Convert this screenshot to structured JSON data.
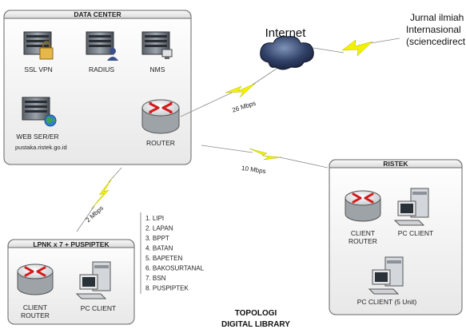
{
  "data_center": {
    "title": "DATA CENTER",
    "ssl_vpn": "SSL VPN",
    "radius": "RADIUS",
    "nms": "NMS",
    "web_server": "WEB SER/ER",
    "web_domain": "pustaka.ristek.go.id",
    "router": "ROUTER"
  },
  "internet": {
    "label": "Internet"
  },
  "external": {
    "line1": "Jurnal ilmiah",
    "line2": "Internasional",
    "line3": "(sciencedirect"
  },
  "links": {
    "internet_speed": "26 Mbps",
    "ristek_speed": "10 Mbps",
    "lpnk_speed": "2 Mbps"
  },
  "ristek": {
    "title": "RISTEK",
    "client_router_1": "CLIENT",
    "client_router_2": "ROUTER",
    "pc_client": "PC CLIENT",
    "pc_client_5": "PC CLIENT (5 Unit)"
  },
  "lpnk": {
    "title": "LPNK x 7 + PUSPIPTEK",
    "client_router_1": "CLIENT",
    "client_router_2": "ROUTER",
    "pc_client": "PC CLIENT"
  },
  "members": [
    "1. LIPI",
    "2. LAPAN",
    "3. BPPT",
    "4. BATAN",
    "5. BAPETEN",
    "6. BAKOSURTANAL",
    "7. BSN",
    "8. PUSPIPTEK"
  ],
  "caption": {
    "line1": "TOPOLOGI",
    "line2": "DIGITAL LIBRARY"
  },
  "colors": {
    "lightning": "#f2f200",
    "router_arrow": "#d41a1a",
    "box_border": "#666666"
  }
}
